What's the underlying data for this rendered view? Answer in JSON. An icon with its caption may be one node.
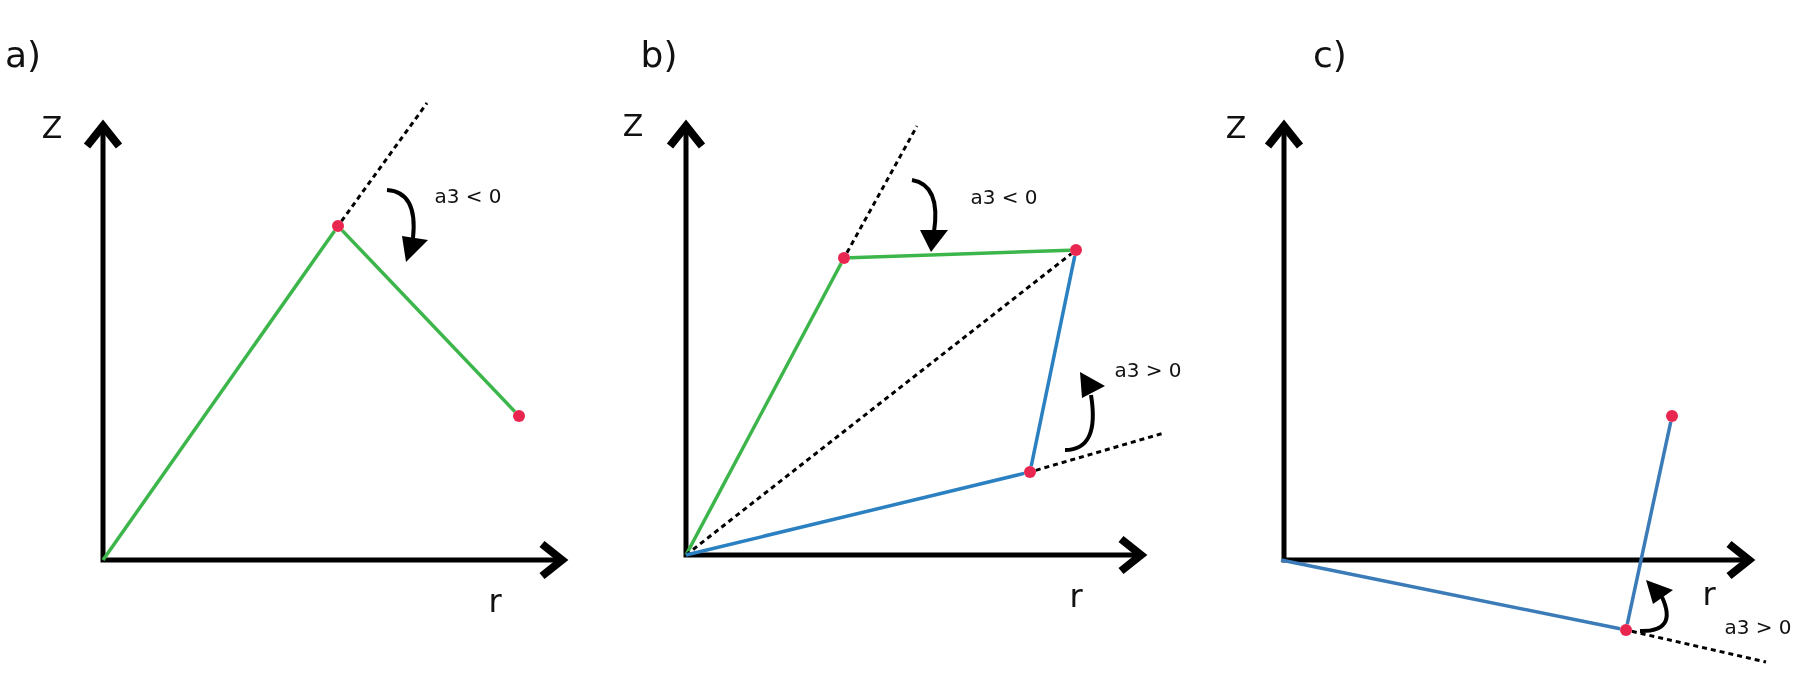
{
  "diagram": {
    "nodes": [
      {
        "text": [],
        "shape": "circle"
      },
      {
        "text": [],
        "shape": "circle"
      },
      {
        "text": [],
        "shape": "circle"
      },
      {
        "text": [],
        "shape": "circle"
      },
      {
        "text": [],
        "shape": "circle"
      },
      {
        "text": [],
        "shape": "circle"
      },
      {
        "text": [],
        "shape": "circle"
      }
    ],
    "edges": [
      {
        "from": null,
        "to": 0,
        "arrow": "none",
        "color": "#3cb54a"
      },
      {
        "from": 0,
        "to": 1,
        "arrow": "none",
        "color": "#3cb54a"
      },
      {
        "from": 0,
        "to": null,
        "arrow": "none",
        "style": "dashed"
      },
      {
        "from": null,
        "to": 2,
        "arrow": "none",
        "color": "#3cb54a"
      },
      {
        "from": 2,
        "to": 3,
        "arrow": "none",
        "color": "#3cb54a"
      },
      {
        "from": 2,
        "to": null,
        "arrow": "none",
        "style": "dashed"
      },
      {
        "from": null,
        "to": 3,
        "arrow": "none",
        "style": "dashed"
      },
      {
        "from": null,
        "to": 4,
        "arrow": "none",
        "color": "#2a80c0"
      },
      {
        "from": 4,
        "to": 3,
        "arrow": "none",
        "color": "#2a80c0"
      },
      {
        "from": 4,
        "to": null,
        "arrow": "none",
        "style": "dashed"
      },
      {
        "from": null,
        "to": 5,
        "arrow": "none",
        "color": "#3a7bb8"
      },
      {
        "from": 5,
        "to": 6,
        "arrow": "none",
        "color": "#3a7bb8"
      },
      {
        "from": 5,
        "to": null,
        "arrow": "none",
        "style": "dashed"
      }
    ],
    "labels": [
      "a)",
      "Z",
      "r",
      "a3 < 0",
      "b)",
      "Z",
      "r",
      "a3 < 0",
      "a3 > 0",
      "c)",
      "Z",
      "r",
      "a3 > 0"
    ]
  }
}
